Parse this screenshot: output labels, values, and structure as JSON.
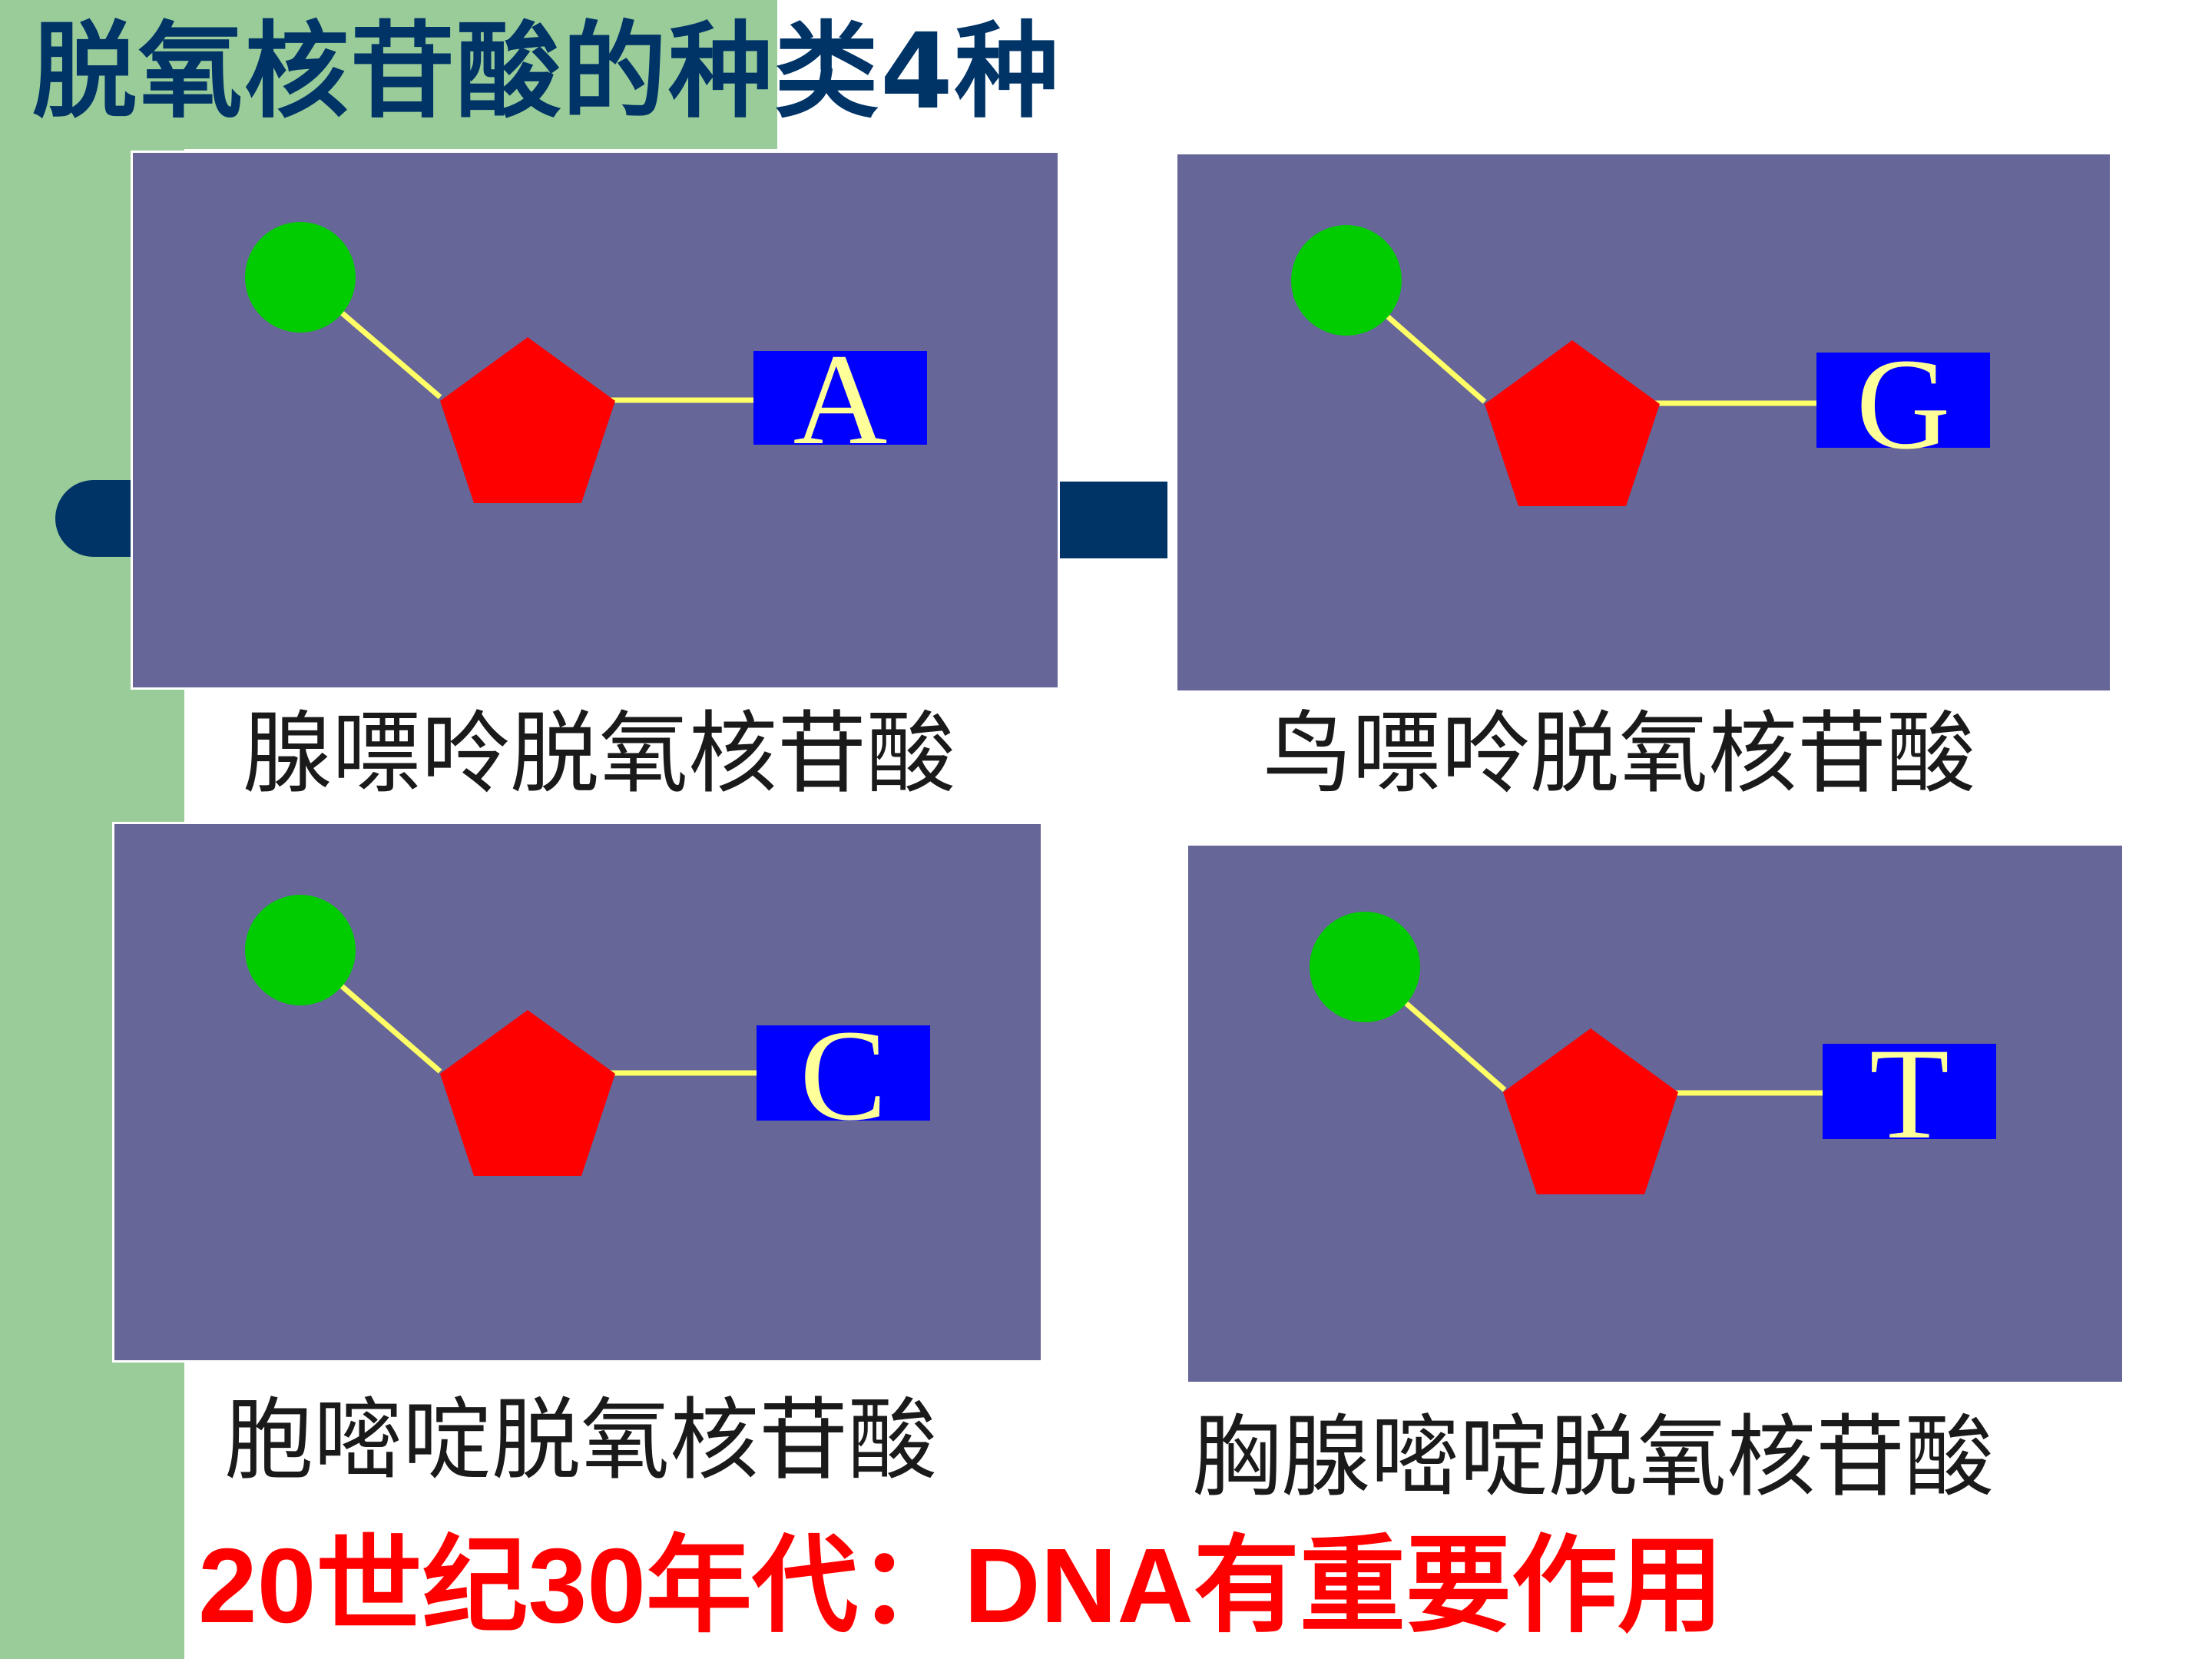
{
  "title": "脱氧核苷酸的种类4种",
  "nucleotides": [
    {
      "base": "A",
      "name": "腺嘌呤脱氧核苷酸"
    },
    {
      "base": "G",
      "name": "鸟嘌呤脱氧核苷酸"
    },
    {
      "base": "C",
      "name": "胞嘧啶脱氧核苷酸"
    },
    {
      "base": "T",
      "name": "胸腺嘧啶脱氧核苷酸"
    }
  ],
  "footer_note": "20世纪30年代：DNA有重要作用",
  "colors": {
    "phosphate": "#00cc00",
    "sugar": "#ff0000",
    "base_box": "#0000ff",
    "base_letter": "#ffff99",
    "bond": "#ffff66",
    "panel": "#666699",
    "title": "#003366",
    "footer": "#ff0000"
  }
}
